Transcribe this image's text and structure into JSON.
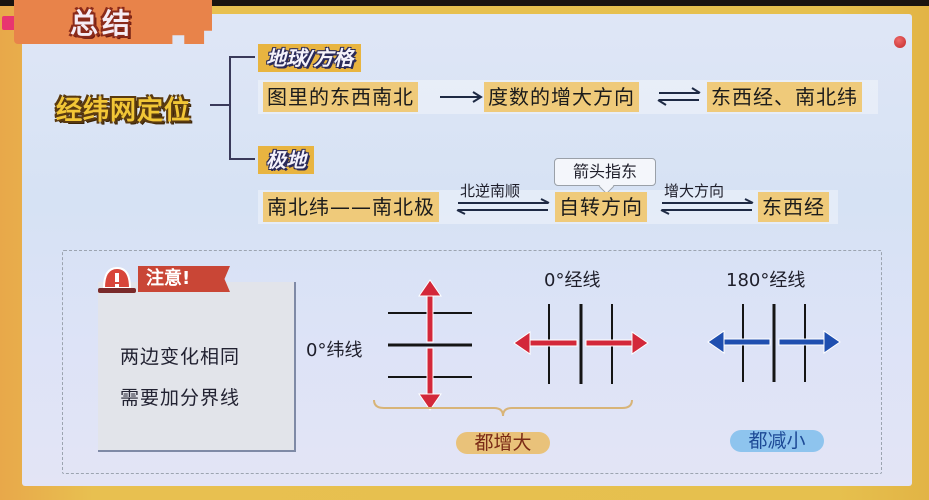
{
  "header": {
    "title": "总结"
  },
  "mindmap": {
    "root": "经纬网定位",
    "branches": [
      {
        "label": "地球/方格",
        "flow": [
          {
            "text": "图里的东西南北"
          },
          {
            "connector": "single-arrow-right",
            "label": ""
          },
          {
            "text": "度数的增大方向"
          },
          {
            "connector": "double-arrow",
            "label": ""
          },
          {
            "text": "东西经、南北纬"
          }
        ]
      },
      {
        "label": "极地",
        "flow": [
          {
            "text": "南北纬——南北极"
          },
          {
            "connector": "double-arrow",
            "label": "北逆南顺"
          },
          {
            "text": "自转方向",
            "callout": "箭头指东"
          },
          {
            "connector": "double-arrow",
            "label": "增大方向"
          },
          {
            "text": "东西经"
          }
        ]
      }
    ]
  },
  "notice": {
    "badge": "注意!",
    "lines": [
      "两边变化相同",
      "需要加分界线"
    ]
  },
  "diagrams": {
    "equator": {
      "label": "0°纬线",
      "arrow_color": "#d3283a",
      "direction": "vertical-outward"
    },
    "prime_meridian": {
      "label": "0°经线",
      "arrow_color": "#d3283a",
      "direction": "horizontal-outward"
    },
    "antimeridian": {
      "label": "180°经线",
      "arrow_color": "#1f4fb0",
      "direction": "horizontal-outward"
    },
    "result_increase": "都增大",
    "result_decrease": "都减小"
  },
  "colors": {
    "frame": "#e6c04e",
    "board": "#dbe4f5",
    "chip": "#efca7a",
    "title_tab": "#e8834a",
    "red_arrow": "#d3283a",
    "blue_arrow": "#1f4fb0",
    "increase_pill": "#e9c27a",
    "decrease_pill": "#8ec4ee"
  }
}
